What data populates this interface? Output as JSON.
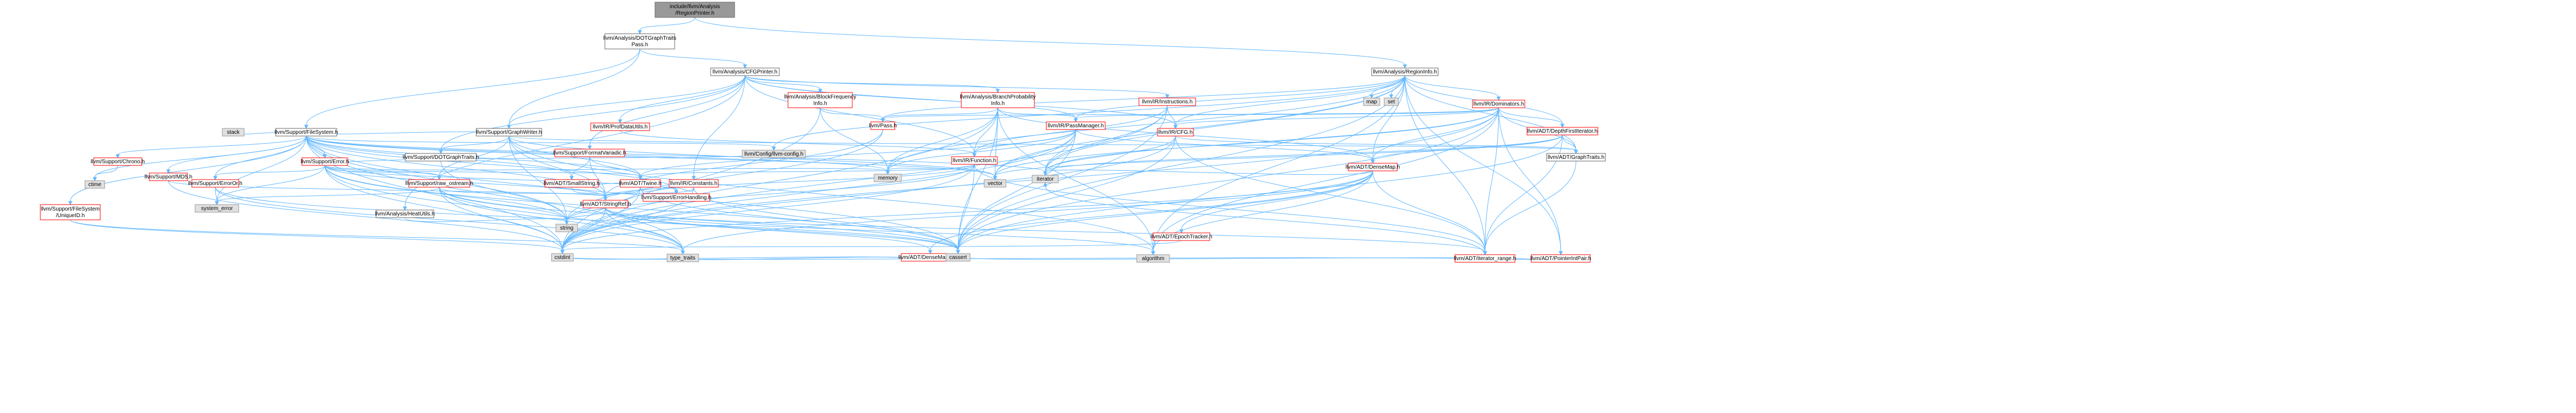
{
  "colors": {
    "edge": "#63b8ff",
    "root_fill": "#999999",
    "node_fill": "#ffffff",
    "node_stroke_linked": "#ff0000",
    "node_stroke_normal": "#666666",
    "external_fill": "#e0e0e0",
    "external_stroke": "#999999",
    "text": "#000000"
  },
  "nodes": [
    {
      "id": "root",
      "lines": [
        "include/llvm/Analysis",
        "/RegionPrinter.h"
      ],
      "kind": "root"
    },
    {
      "id": "dotgtp",
      "lines": [
        "llvm/Analysis/DOTGraphTraits",
        "Pass.h"
      ],
      "kind": "normal"
    },
    {
      "id": "regioninfo",
      "lines": [
        "llvm/Analysis/RegionInfo.h"
      ],
      "kind": "normal"
    },
    {
      "id": "cfgprinter",
      "lines": [
        "llvm/Analysis/CFGPrinter.h"
      ],
      "kind": "normal"
    },
    {
      "id": "graphwriter",
      "lines": [
        "llvm/Support/GraphWriter.h"
      ],
      "kind": "normal"
    },
    {
      "id": "filesystem",
      "lines": [
        "llvm/Support/FileSystem.h"
      ],
      "kind": "normal"
    },
    {
      "id": "dotgraphtraits",
      "lines": [
        "llvm/Support/DOTGraphTraits.h"
      ],
      "kind": "normal"
    },
    {
      "id": "blockfreq",
      "lines": [
        "llvm/Analysis/BlockFrequency",
        "Info.h"
      ],
      "kind": "linked"
    },
    {
      "id": "branchprob",
      "lines": [
        "llvm/Analysis/BranchProbability",
        "Info.h"
      ],
      "kind": "linked"
    },
    {
      "id": "instructions",
      "lines": [
        "llvm/IR/Instructions.h"
      ],
      "kind": "linked"
    },
    {
      "id": "irpassmanager",
      "lines": [
        "llvm/IR/PassManager.h"
      ],
      "kind": "linked"
    },
    {
      "id": "pass",
      "lines": [
        "llvm/Pass.h"
      ],
      "kind": "linked"
    },
    {
      "id": "profdata",
      "lines": [
        "llvm/IR/ProfDataUtils.h"
      ],
      "kind": "linked"
    },
    {
      "id": "irconstants",
      "lines": [
        "llvm/IR/Constants.h"
      ],
      "kind": "linked"
    },
    {
      "id": "irfunction",
      "lines": [
        "llvm/IR/Function.h"
      ],
      "kind": "linked"
    },
    {
      "id": "ircfg",
      "lines": [
        "llvm/IR/CFG.h"
      ],
      "kind": "linked"
    },
    {
      "id": "dominators",
      "lines": [
        "llvm/IR/Dominators.h"
      ],
      "kind": "linked"
    },
    {
      "id": "dfiterator",
      "lines": [
        "llvm/ADT/DepthFirstIterator.h"
      ],
      "kind": "linked"
    },
    {
      "id": "graphtraits",
      "lines": [
        "llvm/ADT/GraphTraits.h"
      ],
      "kind": "normal"
    },
    {
      "id": "densemap",
      "lines": [
        "llvm/ADT/DenseMap.h"
      ],
      "kind": "linked"
    },
    {
      "id": "epochtracker",
      "lines": [
        "llvm/ADT/EpochTracker.h"
      ],
      "kind": "linked"
    },
    {
      "id": "densemapinfo",
      "lines": [
        "llvm/ADT/DenseMapInfo.h"
      ],
      "kind": "linked"
    },
    {
      "id": "iteratorrange",
      "lines": [
        "llvm/ADT/iterator_range.h"
      ],
      "kind": "linked"
    },
    {
      "id": "pointerintpair",
      "lines": [
        "llvm/ADT/PointerIntPair.h"
      ],
      "kind": "linked"
    },
    {
      "id": "llvmconfig",
      "lines": [
        "llvm/Config/llvm-config.h"
      ],
      "kind": "external"
    },
    {
      "id": "formatvariadic",
      "lines": [
        "llvm/Support/FormatVariadic.h"
      ],
      "kind": "linked"
    },
    {
      "id": "smallstring",
      "lines": [
        "llvm/ADT/SmallString.h"
      ],
      "kind": "linked"
    },
    {
      "id": "twine",
      "lines": [
        "llvm/ADT/Twine.h"
      ],
      "kind": "linked"
    },
    {
      "id": "stringref",
      "lines": [
        "llvm/ADT/StringRef.h"
      ],
      "kind": "linked"
    },
    {
      "id": "errorhandling",
      "lines": [
        "llvm/Support/ErrorHandling.h"
      ],
      "kind": "linked"
    },
    {
      "id": "rawostream",
      "lines": [
        "llvm/Support/raw_ostream.h"
      ],
      "kind": "linked"
    },
    {
      "id": "supporterror",
      "lines": [
        "llvm/Support/Error.h"
      ],
      "kind": "linked"
    },
    {
      "id": "erroror",
      "lines": [
        "llvm/Support/ErrorOr.h"
      ],
      "kind": "linked"
    },
    {
      "id": "md5",
      "lines": [
        "llvm/Support/MD5.h"
      ],
      "kind": "linked"
    },
    {
      "id": "chrono",
      "lines": [
        "llvm/Support/Chrono.h"
      ],
      "kind": "linked"
    },
    {
      "id": "uniqueid",
      "lines": [
        "llvm/Support/FileSystem",
        "/UniqueID.h"
      ],
      "kind": "linked"
    },
    {
      "id": "heatutils",
      "lines": [
        "llvm/Analysis/HeatUtils.h"
      ],
      "kind": "normal"
    },
    {
      "id": "stack",
      "lines": [
        "stack"
      ],
      "kind": "external"
    },
    {
      "id": "ctime",
      "lines": [
        "ctime"
      ],
      "kind": "external"
    },
    {
      "id": "systemerror",
      "lines": [
        "system_error"
      ],
      "kind": "external"
    },
    {
      "id": "string",
      "lines": [
        "string"
      ],
      "kind": "external"
    },
    {
      "id": "cstdint",
      "lines": [
        "cstdint"
      ],
      "kind": "external"
    },
    {
      "id": "typetraits",
      "lines": [
        "type_traits"
      ],
      "kind": "external"
    },
    {
      "id": "cassert",
      "lines": [
        "cassert"
      ],
      "kind": "external"
    },
    {
      "id": "memory",
      "lines": [
        "memory"
      ],
      "kind": "external"
    },
    {
      "id": "vector",
      "lines": [
        "vector"
      ],
      "kind": "external"
    },
    {
      "id": "iterator",
      "lines": [
        "iterator"
      ],
      "kind": "external"
    },
    {
      "id": "algorithm",
      "lines": [
        "algorithm"
      ],
      "kind": "external"
    },
    {
      "id": "map",
      "lines": [
        "map"
      ],
      "kind": "external"
    },
    {
      "id": "set",
      "lines": [
        "set"
      ],
      "kind": "external"
    }
  ],
  "edges": [
    [
      "root",
      "dotgtp"
    ],
    [
      "root",
      "regioninfo"
    ],
    [
      "dotgtp",
      "cfgprinter"
    ],
    [
      "dotgtp",
      "graphwriter"
    ],
    [
      "dotgtp",
      "filesystem"
    ],
    [
      "cfgprinter",
      "blockfreq"
    ],
    [
      "cfgprinter",
      "branchprob"
    ],
    [
      "cfgprinter",
      "heatutils"
    ],
    [
      "cfgprinter",
      "ircfg"
    ],
    [
      "cfgprinter",
      "irconstants"
    ],
    [
      "cfgprinter",
      "irfunction"
    ],
    [
      "cfgprinter",
      "instructions"
    ],
    [
      "cfgprinter",
      "irpassmanager"
    ],
    [
      "cfgprinter",
      "profdata"
    ],
    [
      "cfgprinter",
      "dotgraphtraits"
    ],
    [
      "cfgprinter",
      "graphwriter"
    ],
    [
      "cfgprinter",
      "formatvariadic"
    ],
    [
      "blockfreq",
      "pass"
    ],
    [
      "blockfreq",
      "memory"
    ],
    [
      "blockfreq",
      "cstdint"
    ],
    [
      "branchprob",
      "irpassmanager"
    ],
    [
      "branchprob",
      "pass"
    ],
    [
      "branchprob",
      "densemap"
    ],
    [
      "branchprob",
      "irfunction"
    ],
    [
      "branchprob",
      "memory"
    ],
    [
      "branchprob",
      "cstdint"
    ],
    [
      "branchprob",
      "cassert"
    ],
    [
      "branchprob",
      "vector"
    ],
    [
      "branchprob",
      "algorithm"
    ],
    [
      "instructions",
      "ircfg"
    ],
    [
      "instructions",
      "iterator"
    ],
    [
      "instructions",
      "cassert"
    ],
    [
      "instructions",
      "cstdint"
    ],
    [
      "instructions",
      "irfunction"
    ],
    [
      "irpassmanager",
      "irfunction"
    ],
    [
      "irpassmanager",
      "densemap"
    ],
    [
      "irpassmanager",
      "twine"
    ],
    [
      "irpassmanager",
      "cassert"
    ],
    [
      "irpassmanager",
      "cstdint"
    ],
    [
      "irpassmanager",
      "vector"
    ],
    [
      "irpassmanager",
      "memory"
    ],
    [
      "irpassmanager",
      "iterator"
    ],
    [
      "pass",
      "stringref"
    ],
    [
      "pass",
      "string"
    ],
    [
      "profdata",
      "irfunction"
    ],
    [
      "irconstants",
      "stringref"
    ],
    [
      "irconstants",
      "errorhandling"
    ],
    [
      "irconstants",
      "cassert"
    ],
    [
      "irconstants",
      "cstdint"
    ],
    [
      "irfunction",
      "twine"
    ],
    [
      "irfunction",
      "stringref"
    ],
    [
      "irfunction",
      "iteratorrange"
    ],
    [
      "irfunction",
      "cassert"
    ],
    [
      "irfunction",
      "cstdint"
    ],
    [
      "irfunction",
      "memory"
    ],
    [
      "irfunction",
      "string"
    ],
    [
      "ircfg",
      "graphtraits"
    ],
    [
      "ircfg",
      "iteratorrange"
    ],
    [
      "ircfg",
      "cassert"
    ],
    [
      "ircfg",
      "iterator"
    ],
    [
      "ircfg",
      "cstdint"
    ],
    [
      "graphwriter",
      "dotgraphtraits"
    ],
    [
      "graphwriter",
      "filesystem"
    ],
    [
      "graphwriter",
      "rawostream"
    ],
    [
      "graphwriter",
      "stringref"
    ],
    [
      "graphwriter",
      "twine"
    ],
    [
      "graphwriter",
      "graphtraits"
    ],
    [
      "graphwriter",
      "string"
    ],
    [
      "graphwriter",
      "vector"
    ],
    [
      "graphwriter",
      "algorithm"
    ],
    [
      "filesystem",
      "llvmconfig"
    ],
    [
      "filesystem",
      "smallstring"
    ],
    [
      "filesystem",
      "stringref"
    ],
    [
      "filesystem",
      "twine"
    ],
    [
      "filesystem",
      "chrono"
    ],
    [
      "filesystem",
      "supporterror"
    ],
    [
      "filesystem",
      "errorhandling"
    ],
    [
      "filesystem",
      "erroror"
    ],
    [
      "filesystem",
      "uniqueid"
    ],
    [
      "filesystem",
      "md5"
    ],
    [
      "filesystem",
      "stack"
    ],
    [
      "filesystem",
      "ctime"
    ],
    [
      "filesystem",
      "systemerror"
    ],
    [
      "filesystem",
      "string"
    ],
    [
      "filesystem",
      "cstdint"
    ],
    [
      "filesystem",
      "memory"
    ],
    [
      "filesystem",
      "vector"
    ],
    [
      "filesystem",
      "cassert"
    ],
    [
      "filesystem",
      "iterator"
    ],
    [
      "filesystem",
      "typetraits"
    ],
    [
      "dotgraphtraits",
      "string"
    ],
    [
      "supporterror",
      "twine"
    ],
    [
      "supporterror",
      "errorhandling"
    ],
    [
      "supporterror",
      "erroror"
    ],
    [
      "supporterror",
      "rawostream"
    ],
    [
      "supporterror",
      "llvmconfig"
    ],
    [
      "supporterror",
      "stringref"
    ],
    [
      "supporterror",
      "cassert"
    ],
    [
      "supporterror",
      "cstdint"
    ],
    [
      "supporterror",
      "memory"
    ],
    [
      "supporterror",
      "string"
    ],
    [
      "supporterror",
      "systemerror"
    ],
    [
      "supporterror",
      "typetraits"
    ],
    [
      "erroror",
      "systemerror"
    ],
    [
      "erroror",
      "cassert"
    ],
    [
      "erroror",
      "typetraits"
    ],
    [
      "md5",
      "stringref"
    ],
    [
      "md5",
      "cstdint"
    ],
    [
      "chrono",
      "ctime"
    ],
    [
      "uniqueid",
      "cstdint"
    ],
    [
      "uniqueid",
      "typetraits"
    ],
    [
      "rawostream",
      "stringref"
    ],
    [
      "rawostream",
      "cassert"
    ],
    [
      "rawostream",
      "cstdint"
    ],
    [
      "rawostream",
      "string"
    ],
    [
      "rawostream",
      "typetraits"
    ],
    [
      "rawostream",
      "systemerror"
    ],
    [
      "twine",
      "smallstring"
    ],
    [
      "twine",
      "stringref"
    ],
    [
      "twine",
      "errorhandling"
    ],
    [
      "twine",
      "cassert"
    ],
    [
      "twine",
      "cstdint"
    ],
    [
      "twine",
      "string"
    ],
    [
      "smallstring",
      "stringref"
    ],
    [
      "stringref",
      "densemapinfo"
    ],
    [
      "stringref",
      "iteratorrange"
    ],
    [
      "stringref",
      "algorithm"
    ],
    [
      "stringref",
      "cassert"
    ],
    [
      "stringref",
      "cstdint"
    ],
    [
      "stringref",
      "string"
    ],
    [
      "stringref",
      "typetraits"
    ],
    [
      "heatutils",
      "string"
    ],
    [
      "formatvariadic",
      "twine"
    ],
    [
      "formatvariadic",
      "stringref"
    ],
    [
      "formatvariadic",
      "smallstring"
    ],
    [
      "regioninfo",
      "dominators"
    ],
    [
      "regioninfo",
      "dfiterator"
    ],
    [
      "regioninfo",
      "graphtraits"
    ],
    [
      "regioninfo",
      "iteratorrange"
    ],
    [
      "regioninfo",
      "pointerintpair"
    ],
    [
      "regioninfo",
      "ircfg"
    ],
    [
      "regioninfo",
      "irpassmanager"
    ],
    [
      "regioninfo",
      "pass"
    ],
    [
      "regioninfo",
      "llvmconfig"
    ],
    [
      "regioninfo",
      "map"
    ],
    [
      "regioninfo",
      "set"
    ],
    [
      "regioninfo",
      "memory"
    ],
    [
      "regioninfo",
      "vector"
    ],
    [
      "regioninfo",
      "algorithm"
    ],
    [
      "regioninfo",
      "iterator"
    ],
    [
      "regioninfo",
      "cassert"
    ],
    [
      "regioninfo",
      "densemap"
    ],
    [
      "dominators",
      "dfiterator"
    ],
    [
      "dominators",
      "graphtraits"
    ],
    [
      "dominators",
      "densemap"
    ],
    [
      "dominators",
      "ircfg"
    ],
    [
      "dominators",
      "irpassmanager"
    ],
    [
      "dominators",
      "pass"
    ],
    [
      "dominators",
      "iteratorrange"
    ],
    [
      "dominators",
      "pointerintpair"
    ],
    [
      "dominators",
      "cassert"
    ],
    [
      "dominators",
      "cstdint"
    ],
    [
      "dominators",
      "vector"
    ],
    [
      "dominators",
      "iterator"
    ],
    [
      "dominators",
      "algorithm"
    ],
    [
      "dfiterator",
      "graphtraits"
    ],
    [
      "dfiterator",
      "iteratorrange"
    ],
    [
      "dfiterator",
      "iterator"
    ],
    [
      "dfiterator",
      "vector"
    ],
    [
      "dfiterator",
      "cassert"
    ],
    [
      "dfiterator",
      "densemap"
    ],
    [
      "graphtraits",
      "iteratorrange"
    ],
    [
      "densemap",
      "densemapinfo"
    ],
    [
      "densemap",
      "epochtracker"
    ],
    [
      "densemap",
      "iteratorrange"
    ],
    [
      "densemap",
      "algorithm"
    ],
    [
      "densemap",
      "cassert"
    ],
    [
      "densemap",
      "cstdint"
    ],
    [
      "densemap",
      "iterator"
    ],
    [
      "densemap",
      "typetraits"
    ],
    [
      "epochtracker",
      "cstdint"
    ],
    [
      "densemapinfo",
      "cassert"
    ],
    [
      "densemapinfo",
      "cstdint"
    ],
    [
      "densemapinfo",
      "typetraits"
    ],
    [
      "iteratorrange",
      "iterator"
    ],
    [
      "pointerintpair",
      "cassert"
    ],
    [
      "pointerintpair",
      "cstdint"
    ]
  ]
}
